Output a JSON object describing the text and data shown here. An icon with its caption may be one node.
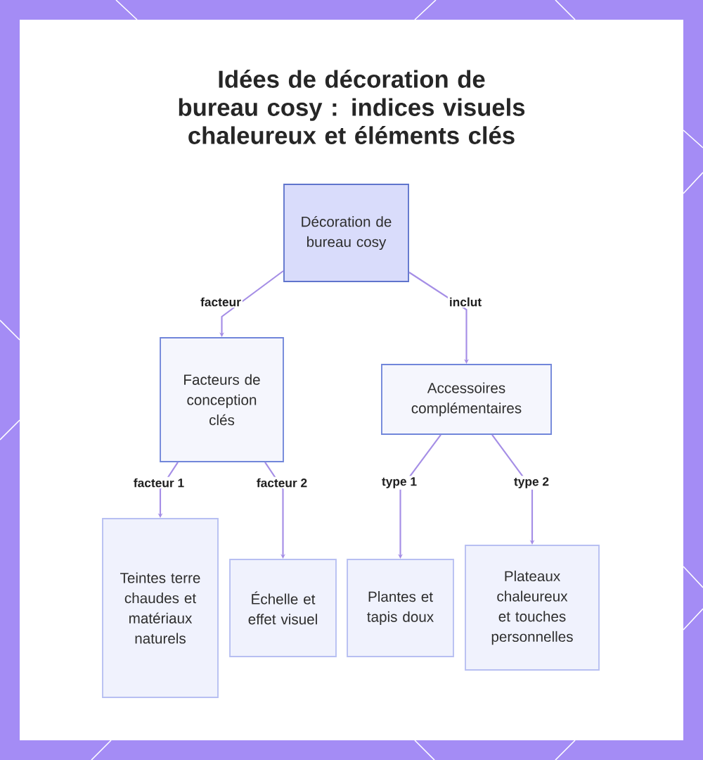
{
  "diagram": {
    "title": "Idées de décoration de bureau cosy : indices visuels chaleureux et éléments clés",
    "nodes": [
      {
        "text": [
          "Décoration de bureau cosy"
        ]
      },
      {
        "text": [
          "Facteurs de conception clés"
        ]
      },
      {
        "text": [
          "Accessoires complémentaires"
        ]
      },
      {
        "text": [
          "Teintes terre chaudes et matériaux naturels"
        ]
      },
      {
        "text": [
          "Échelle et effet visuel"
        ]
      },
      {
        "text": [
          "Plantes et tapis doux"
        ]
      },
      {
        "text": [
          "Plateaux chaleureux et touches personnelles"
        ]
      }
    ],
    "edges": [
      {
        "from": 0,
        "to": 1,
        "arrow": "to",
        "label": "facteur"
      },
      {
        "from": 0,
        "to": 2,
        "arrow": "to",
        "label": "inclut"
      },
      {
        "from": 1,
        "to": 3,
        "arrow": "to",
        "label": "facteur 1"
      },
      {
        "from": 1,
        "to": 4,
        "arrow": "to",
        "label": "facteur 2"
      },
      {
        "from": 2,
        "to": 5,
        "arrow": "to",
        "label": "type 1"
      },
      {
        "from": 2,
        "to": 6,
        "arrow": "to",
        "label": "type 2"
      }
    ]
  }
}
